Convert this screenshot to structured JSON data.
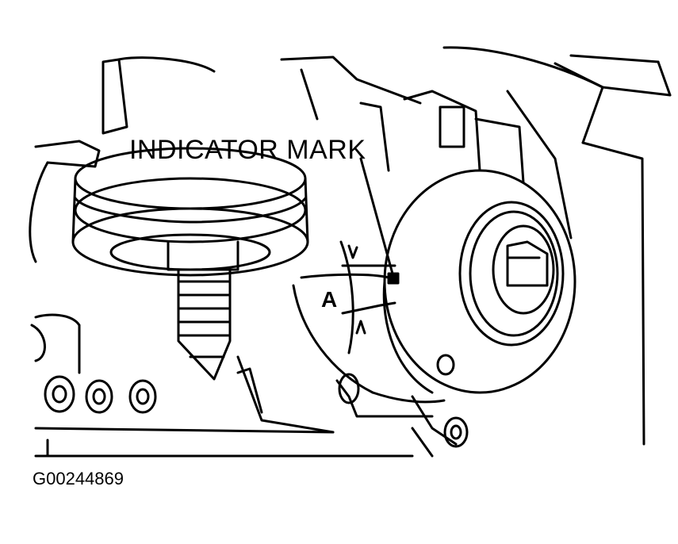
{
  "labels": {
    "indicator_mark": "INDICATOR MARK",
    "dimension": "A",
    "figure_id": "G00244869"
  },
  "colors": {
    "ink": "#000000",
    "paper": "#ffffff"
  }
}
